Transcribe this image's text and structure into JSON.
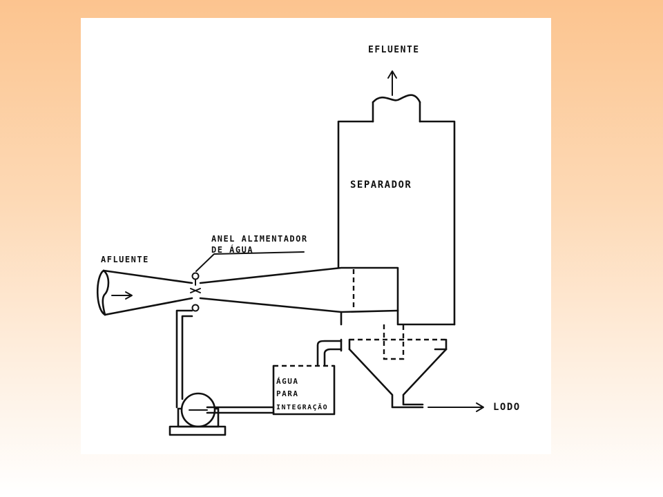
{
  "diagram": {
    "labels": {
      "efluente": "EFLUENTE",
      "separador": "SEPARADOR",
      "anel_line1": "ANEL ALIMENTADOR",
      "anel_line2": "DE ÁGUA",
      "afluente": "AFLUENTE",
      "agua_line1": "ÁGUA",
      "agua_line2": "PARA",
      "agua_line3": "INTEGRAÇÃO",
      "lodo": "LODO"
    },
    "colors": {
      "ink": "#111111",
      "paper": "#ffffff",
      "background_top": "#fcc48f",
      "background_bottom": "#ffffff"
    }
  }
}
